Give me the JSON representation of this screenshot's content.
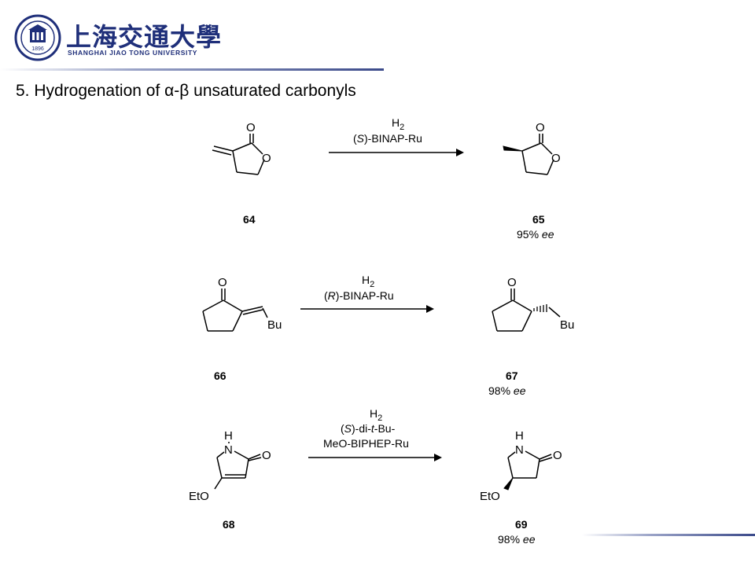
{
  "header": {
    "logo_cn": "上海交通大學",
    "logo_en": "SHANGHAI JIAO TONG UNIVERSITY",
    "seal_year": "1896",
    "title": "5. Hydrogenation of  α-β unsaturated carbonyls"
  },
  "colors": {
    "brand": "#1f2f7a",
    "rule": "#3b4a8a"
  },
  "reactions": [
    {
      "reagent_line1": "H",
      "reagent_line1_sub": "2",
      "reagent_line2_prefix": "(",
      "reagent_line2_italic": "S",
      "reagent_line2_suffix": ")-BINAP-Ru",
      "substrate_label": "64",
      "product_label": "65",
      "ee_value": "95% ",
      "ee_unit": "ee"
    },
    {
      "reagent_line1": "H",
      "reagent_line1_sub": "2",
      "reagent_line2_prefix": "(",
      "reagent_line2_italic": "R",
      "reagent_line2_suffix": ")-BINAP-Ru",
      "substrate_label": "66",
      "product_label": "67",
      "ee_value": "98% ",
      "ee_unit": "ee",
      "sub_group": "Bu",
      "prod_group": "Bu"
    },
    {
      "reagent_line1": "H",
      "reagent_line1_sub": "2",
      "reagent_line2_prefix": "(",
      "reagent_line2_italic": "S",
      "reagent_line2_mid": ")-di-",
      "reagent_line2_italic2": "t",
      "reagent_line2_suffix": "-Bu-",
      "reagent_line3": "MeO-BIPHEP-Ru",
      "substrate_label": "68",
      "product_label": "69",
      "ee_value": "98% ",
      "ee_unit": "ee",
      "sub_group": "EtO",
      "prod_group": "EtO"
    }
  ],
  "atoms": {
    "O": "O",
    "N": "N",
    "H": "H"
  }
}
